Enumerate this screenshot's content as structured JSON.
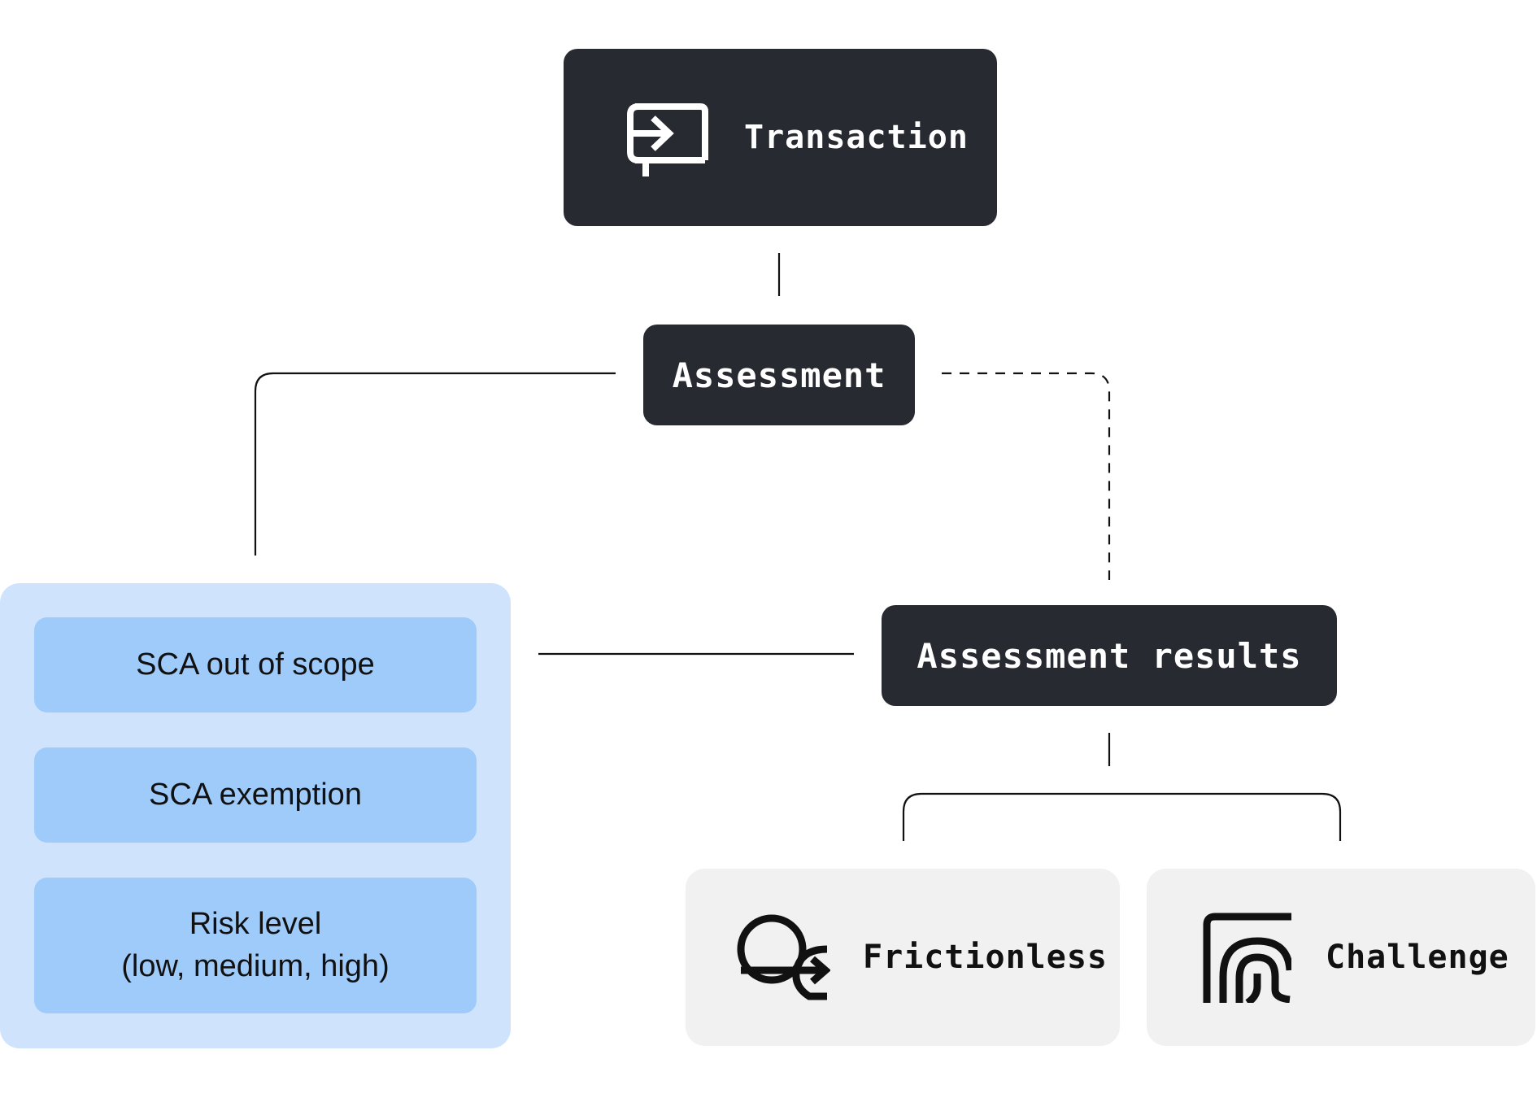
{
  "nodes": {
    "transaction": {
      "label": "Transaction",
      "icon": "transaction-icon"
    },
    "assessment": {
      "label": "Assessment"
    },
    "assessment_results": {
      "label": "Assessment results"
    },
    "frictionless": {
      "label": "Frictionless",
      "icon": "frictionless-icon"
    },
    "challenge": {
      "label": "Challenge",
      "icon": "fingerprint-icon"
    }
  },
  "assessment_factors": [
    {
      "label": "SCA out of scope"
    },
    {
      "label": "SCA exemption"
    },
    {
      "label": "Risk level\n(low, medium, high)"
    }
  ],
  "colors": {
    "dark_node": "#282a31",
    "factor_panel": "#cfe4fc",
    "factor_item": "#9fcbfb",
    "outcome_card": "#f2f1f1",
    "connector": "#111111"
  }
}
